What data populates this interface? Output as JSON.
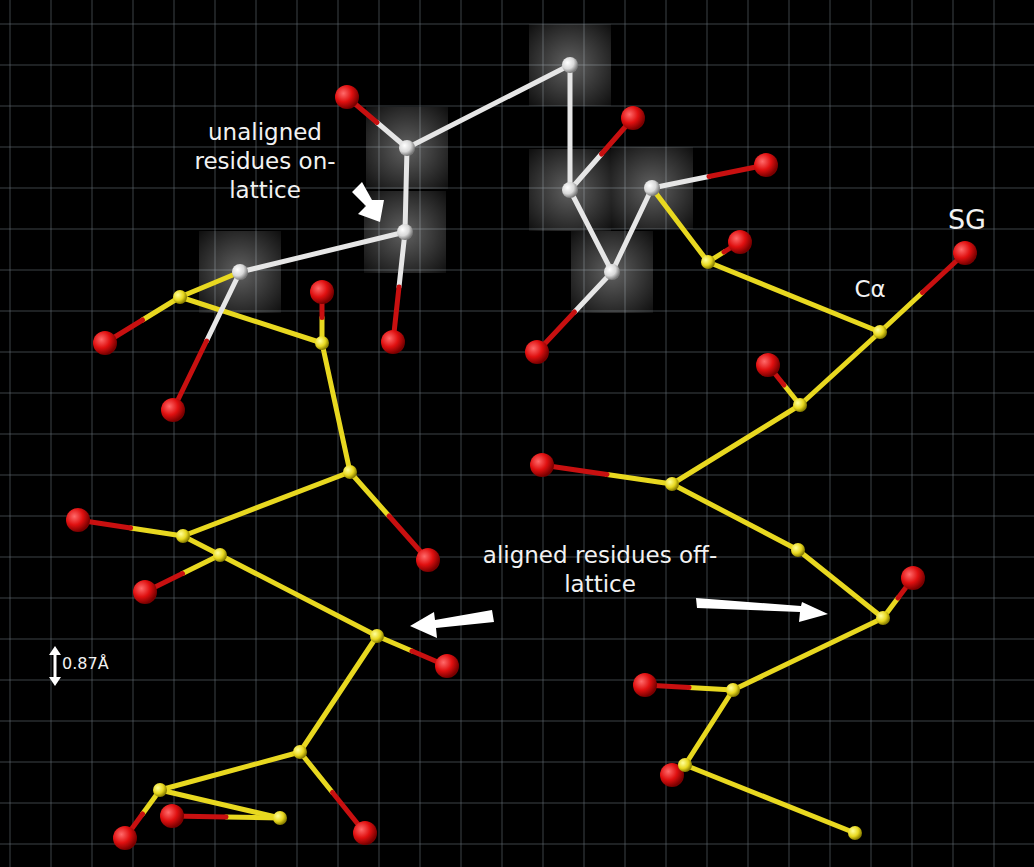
{
  "diagram": {
    "labels": [
      "unaligned residues on-lattice",
      "aligned residues off-lattice",
      "SG",
      "Cα",
      "0.87Å"
    ]
  }
}
